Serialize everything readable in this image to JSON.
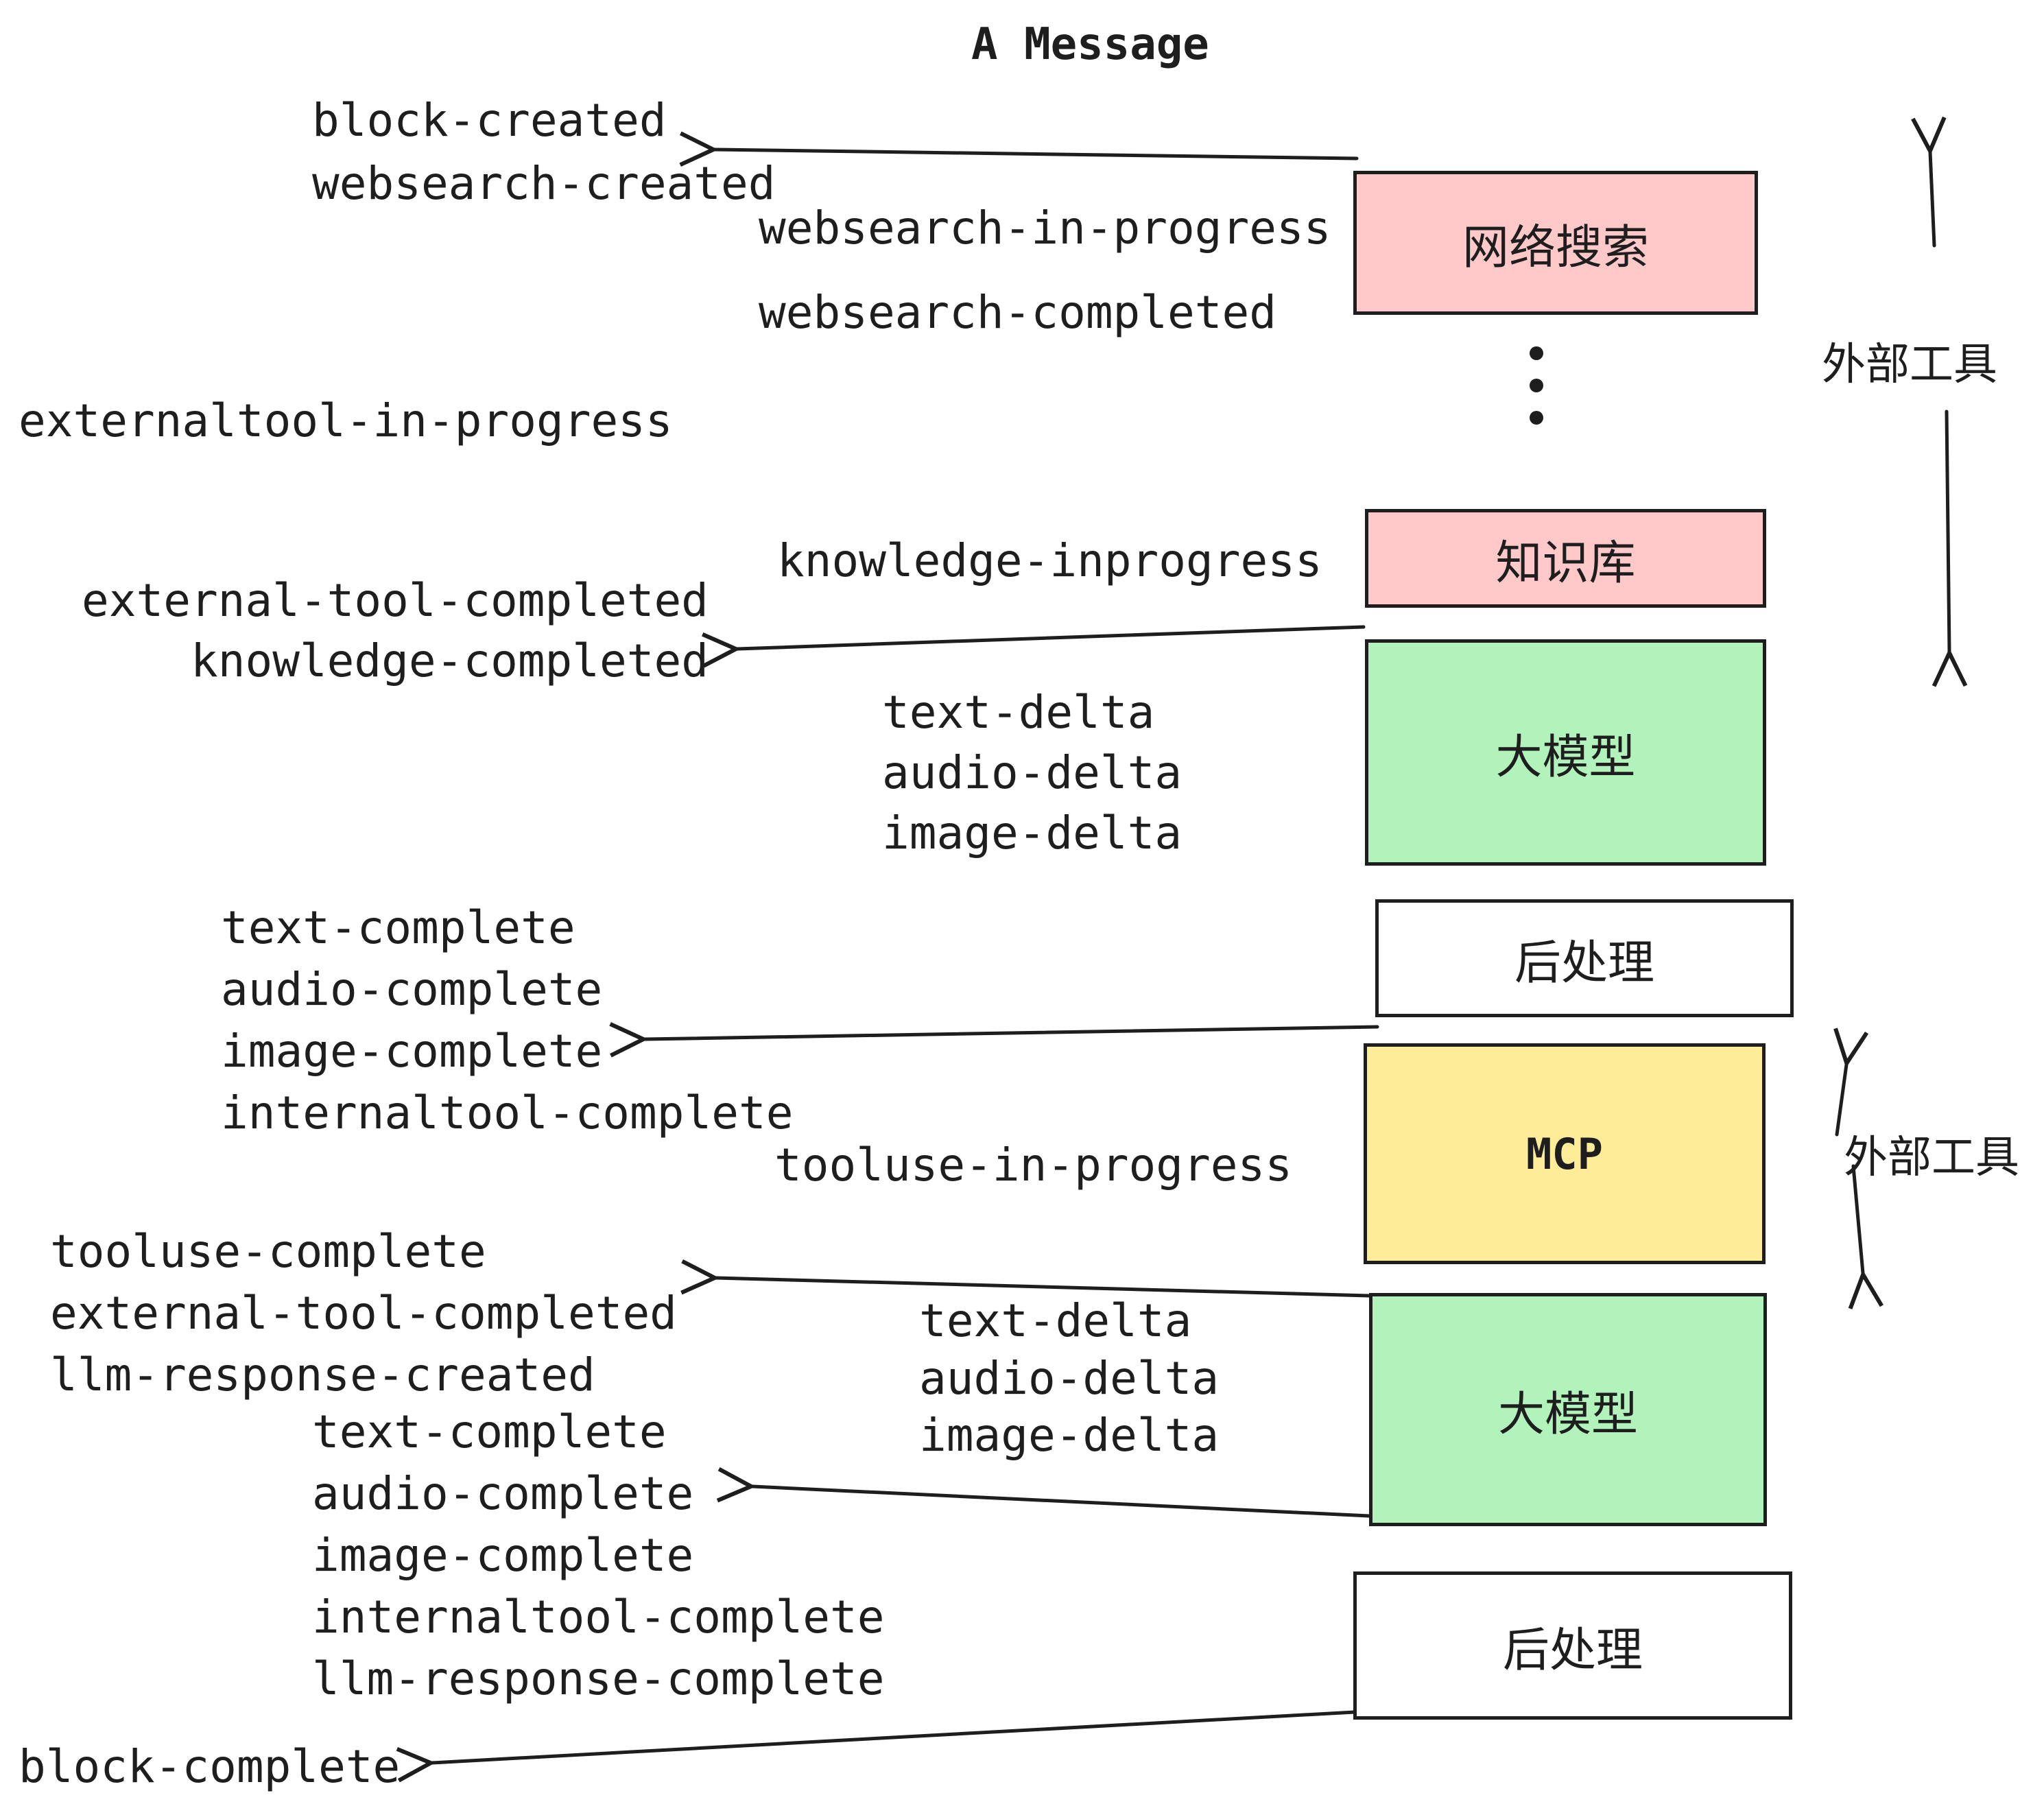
{
  "title": "A Message",
  "colors": {
    "stroke": "#1e1e1e",
    "pink": "#ffc9c9",
    "green": "#b2f2bb",
    "yellow": "#ffec99",
    "white": "#ffffff"
  },
  "boxes": {
    "websearch": {
      "label": "网络搜索"
    },
    "knowledge": {
      "label": "知识库"
    },
    "llm1": {
      "label": "大模型"
    },
    "post1": {
      "label": "后处理"
    },
    "mcp": {
      "label": "MCP"
    },
    "llm2": {
      "label": "大模型"
    },
    "post2": {
      "label": "后处理"
    }
  },
  "side_labels": {
    "external_tools_top": "外部工具",
    "external_tools_mid": "外部工具"
  },
  "events": {
    "block_created": "block-created",
    "websearch_created": "websearch-created",
    "websearch_in_progress": "websearch-in-progress",
    "websearch_completed": "websearch-completed",
    "externaltool_in_progress": "externaltool-in-progress",
    "knowledge_inprogress": "knowledge-inprogress",
    "external_tool_completed": "external-tool-completed",
    "knowledge_completed": "knowledge-completed",
    "text_delta": "text-delta",
    "audio_delta": "audio-delta",
    "image_delta": "image-delta",
    "text_complete": "text-complete",
    "audio_complete": "audio-complete",
    "image_complete": "image-complete",
    "internaltool_complete": "internaltool-complete",
    "tooluse_in_progress": "tooluse-in-progress",
    "tooluse_complete": "tooluse-complete",
    "external_tool_completed_2": "external-tool-completed",
    "llm_response_created": "llm-response-created",
    "text_delta_2": "text-delta",
    "audio_delta_2": "audio-delta",
    "image_delta_2": "image-delta",
    "text_complete_2": "text-complete",
    "audio_complete_2": "audio-complete",
    "image_complete_2": "image-complete",
    "internaltool_complete_2": "internaltool-complete",
    "llm_response_complete": "llm-response-complete",
    "block_complete": "block-complete"
  }
}
